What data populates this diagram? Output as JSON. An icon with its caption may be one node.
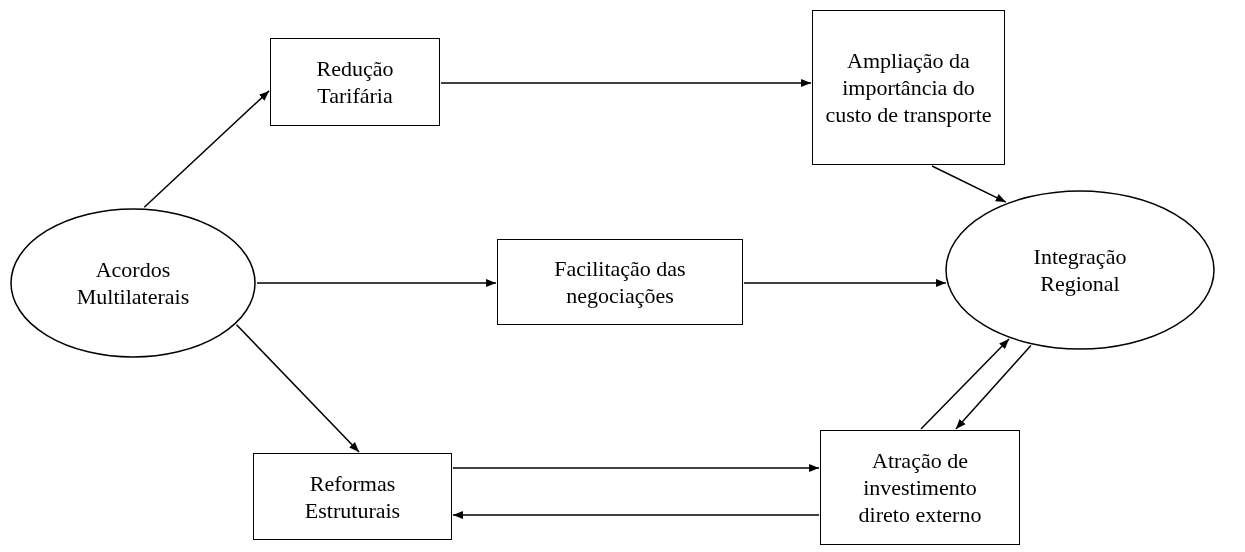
{
  "diagram": {
    "nodes": [
      {
        "text": [
          "Acordos Multilaterais"
        ]
      },
      {
        "text": [
          "Redução Tarifária"
        ]
      },
      {
        "text": [
          "Ampliação da importância do custo de transporte"
        ]
      },
      {
        "text": [
          "Facilitação das negociações"
        ]
      },
      {
        "text": [
          "Integração Regional"
        ]
      },
      {
        "text": [
          "Reformas Estruturais"
        ]
      },
      {
        "text": [
          "Atração de investimento direto externo"
        ]
      }
    ],
    "edges": [
      {
        "from": 0,
        "to": 1,
        "arrow": "to"
      },
      {
        "from": 1,
        "to": 2,
        "arrow": "to"
      },
      {
        "from": 2,
        "to": 4,
        "arrow": "to"
      },
      {
        "from": 0,
        "to": 3,
        "arrow": "to"
      },
      {
        "from": 3,
        "to": 4,
        "arrow": "to"
      },
      {
        "from": 0,
        "to": 5,
        "arrow": "to"
      },
      {
        "from": 5,
        "to": 6,
        "arrow": "to"
      },
      {
        "from": 6,
        "to": 5,
        "arrow": "to"
      },
      {
        "from": 6,
        "to": 4,
        "arrow": "to"
      },
      {
        "from": 4,
        "to": 6,
        "arrow": "to"
      }
    ]
  }
}
